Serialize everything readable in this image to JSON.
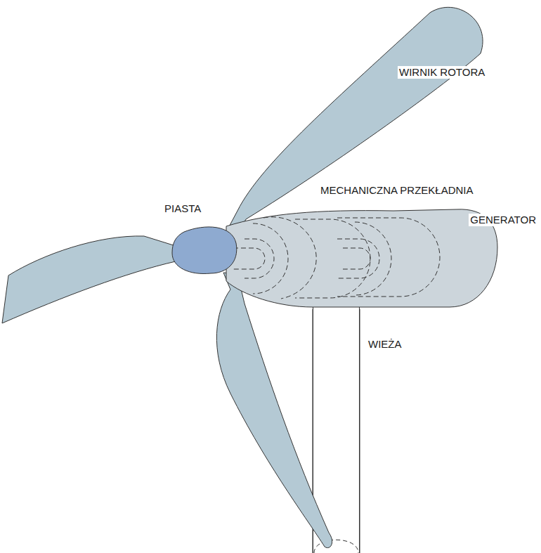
{
  "diagram": {
    "labels": [
      "WIRNIK ROTORA",
      "MECHANICZNA PRZEKŁADNIA",
      "PIASTA",
      "GENERATOR",
      "WIEŻA"
    ]
  }
}
